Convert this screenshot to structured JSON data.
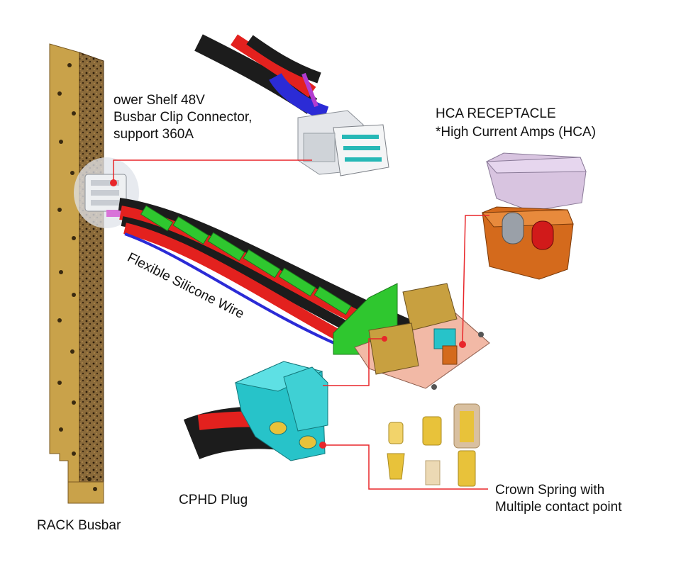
{
  "labels": {
    "power_shelf": [
      "ower Shelf 48V",
      "Busbar Clip Connector,",
      "support 360A"
    ],
    "hca": [
      "HCA RECEPTACLE",
      "*High Current Amps (HCA)"
    ],
    "flexible_wire": "Flexible Silicone Wire",
    "cphd_plug": "CPHD Plug",
    "crown_spring": [
      "Crown Spring with",
      "Multiple contact point"
    ],
    "rack_busbar": "RACK Busbar"
  },
  "colors": {
    "callout_line": "#e8262a",
    "busbar": "#c9a24a",
    "wire_red": "#e3211e",
    "wire_black": "#1c1c1c",
    "wire_blue": "#2b2bd6",
    "clip_green": "#2fc72f",
    "plug_cyan": "#27c3c9",
    "receptacle_orange": "#d46a1c",
    "cover_lavender": "#d8c4e0",
    "board_pink": "#f2b9a6",
    "crown_gold": "#e8c23a"
  }
}
